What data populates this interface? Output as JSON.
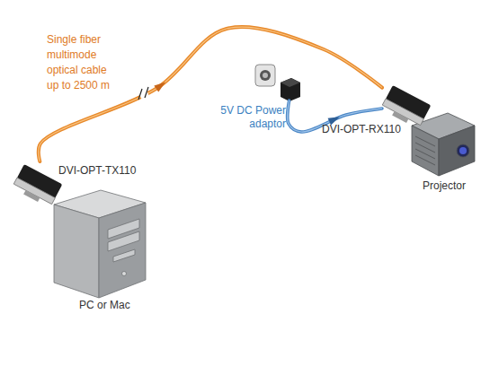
{
  "diagram": {
    "nodes": [
      {
        "text": [
          "5V DC Power adaptor"
        ]
      },
      {
        "text": [
          "DVI-OPT-RX110"
        ]
      },
      {
        "text": [
          "Projector"
        ]
      },
      {
        "text": [
          "DVI-OPT-TX110"
        ]
      },
      {
        "text": [
          "PC or Mac"
        ]
      }
    ],
    "edges": [
      {
        "from": 3,
        "to": 1,
        "arrow": "to",
        "label": "Single fiber multimode optical cable up to 2500 m"
      },
      {
        "from": 0,
        "to": 1,
        "arrow": "to"
      }
    ]
  }
}
